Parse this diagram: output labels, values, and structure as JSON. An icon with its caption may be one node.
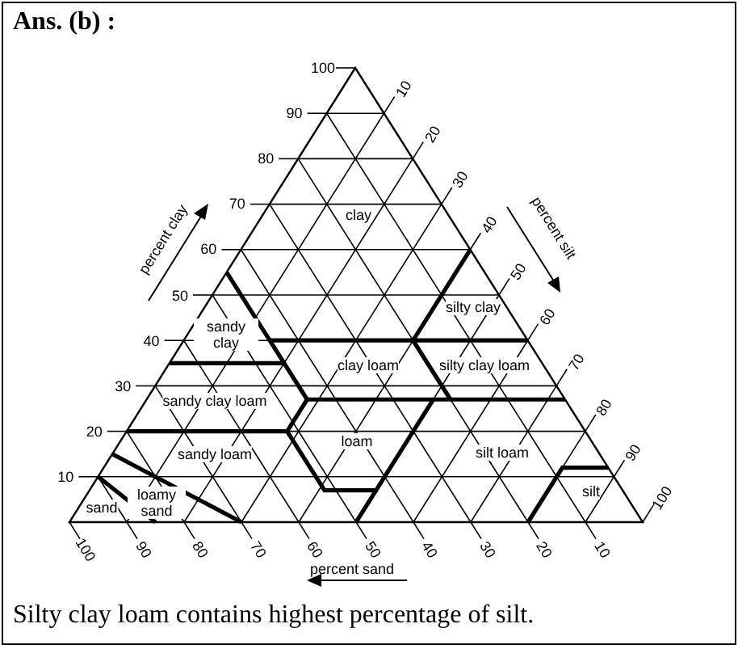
{
  "diagram": {
    "title": "Ans. (b) :",
    "caption": "Silty clay loam contains highest percentage of silt.",
    "labels": [
      "100",
      "90",
      "80",
      "70",
      "60",
      "50",
      "40",
      "30",
      "20",
      "10",
      "10",
      "20",
      "30",
      "40",
      "50",
      "60",
      "70",
      "80",
      "90",
      "100",
      "clay",
      "silty clay",
      "sandy clay",
      "clay loam",
      "silty clay loam",
      "sandy clay loam",
      "loam",
      "sandy loam",
      "silt loam",
      "loamy sand",
      "sand",
      "silt",
      "percent clay",
      "percent silt",
      "100",
      "90",
      "80",
      "70",
      "60",
      "50",
      "40",
      "30",
      "20",
      "10",
      "percent sand"
    ]
  }
}
